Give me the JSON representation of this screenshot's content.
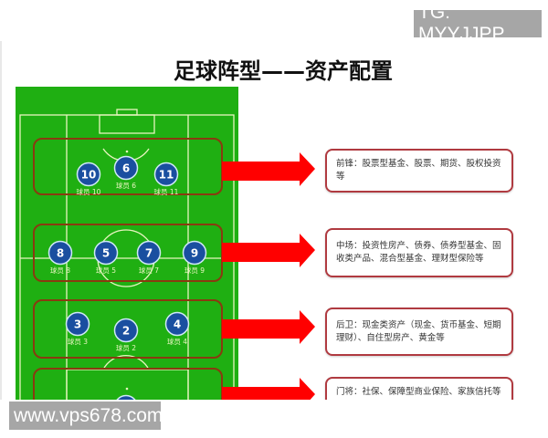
{
  "title": "足球阵型——资产配置",
  "watermark_top": "TG: MYYJJPP",
  "watermark_bottom": "www.vps678.com",
  "colors": {
    "pitch": "#1faf12",
    "line": "#e8f5c0",
    "group_border": "#8a3a10",
    "player": "#1a4fa0",
    "arrow": "#ff0000",
    "info_border": "#b03a40"
  },
  "rows": [
    {
      "name": "forwards",
      "info": "前锋：股票型基金、股票、期货、股权投资等",
      "players": [
        {
          "num": "10",
          "label": "球员 10"
        },
        {
          "num": "6",
          "label": "球员 6"
        },
        {
          "num": "11",
          "label": "球员 11"
        }
      ]
    },
    {
      "name": "midfield",
      "info": "中场：投资性房产、债券、债券型基金、固收类产品、混合型基金、理财型保险等",
      "players": [
        {
          "num": "8",
          "label": "球员 8"
        },
        {
          "num": "5",
          "label": "球员 5"
        },
        {
          "num": "7",
          "label": "球员 7"
        },
        {
          "num": "9",
          "label": "球员 9"
        }
      ]
    },
    {
      "name": "defense",
      "info": "后卫：现金类资产（现金、货币基金、短期理财）、自住型房产、黄金等",
      "players": [
        {
          "num": "3",
          "label": "球员 3"
        },
        {
          "num": "2",
          "label": "球员 2"
        },
        {
          "num": "4",
          "label": "球员 4"
        }
      ]
    },
    {
      "name": "goalkeeper",
      "info": "门将：社保、保障型商业保险、家族信托等",
      "players": []
    }
  ]
}
